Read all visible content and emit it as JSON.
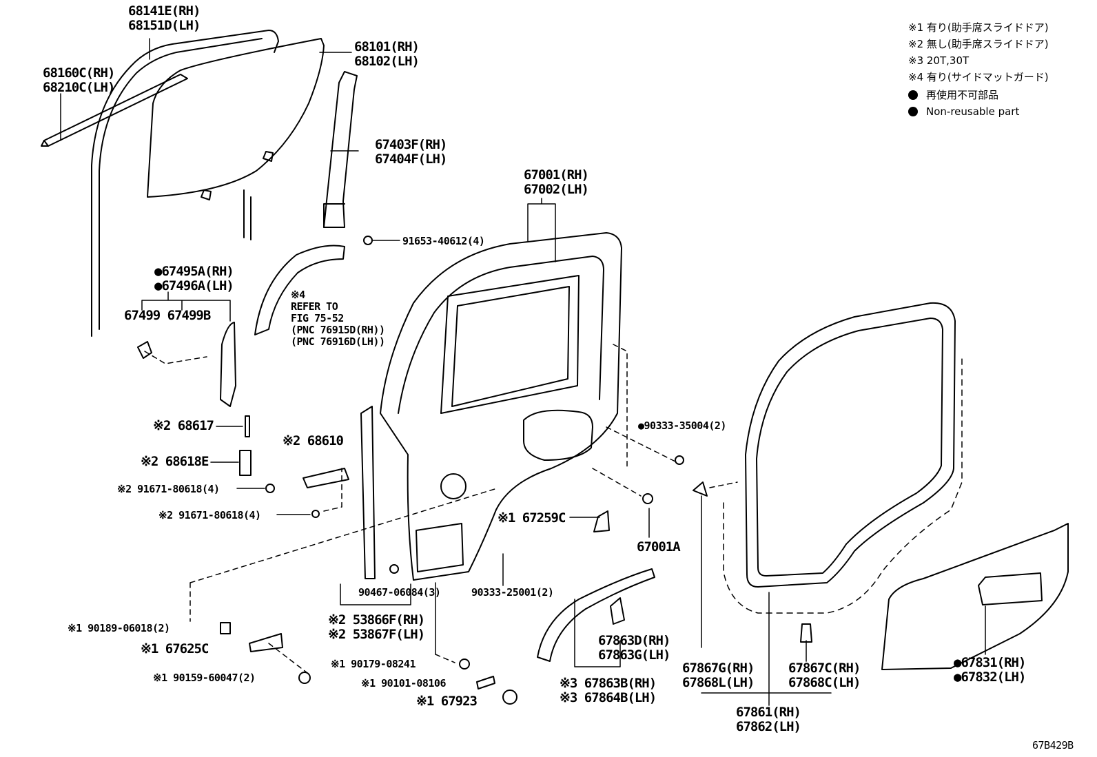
{
  "legend": {
    "notes": [
      "※1 有り(助手席スライドドア)",
      "※2 無し(助手席スライドドア)",
      "※3 20T,30T",
      "※4 有り(サイドマットガード)"
    ],
    "nonreusable_ja": "再使用不可部品",
    "nonreusable_en": "Non-reusable part"
  },
  "figure_id": "67B429B",
  "labels": {
    "p68141": "68141E(RH)\n68151D(LH)",
    "p68160": "68160C(RH)\n68210C(LH)",
    "p68101": "68101(RH)\n68102(LH)",
    "p67403": "67403F(RH)\n67404F(LH)",
    "p91653": "91653-40612(4)",
    "p67001": "67001(RH)\n67002(LH)",
    "p67495": "●67495A(RH)\n●67496A(LH)",
    "p67499": "67499 67499B",
    "refer": "※4\nREFER TO\nFIG 75-52\n(PNC 76915D(RH))\n(PNC 76916D(LH))",
    "p68617": "※2 68617",
    "p68618": "※2 68618E",
    "p68610": "※2 68610",
    "p91671a": "※2 91671-80618(4)",
    "p91671b": "※2 91671-80618(4)",
    "p90333a": "●90333-35004(2)",
    "p67259": "※1 67259C",
    "p67001a": "67001A",
    "p90467": "90467-06084(3)",
    "p90333b": "90333-25001(2)",
    "p53866": "※2 53866F(RH)\n※2 53867F(LH)",
    "p90189": "※1 90189-06018(2)",
    "p67625": "※1 67625C",
    "p90159": "※1 90159-60047(2)",
    "p90179": "※1 90179-08241",
    "p90101": "※1 90101-08106",
    "p67923": "※1 67923",
    "p67863d": "67863D(RH)\n67863G(LH)",
    "p67863b": "※3 67863B(RH)\n※3 67864B(LH)",
    "p67867g": "67867G(RH)\n67868L(LH)",
    "p67867c": "67867C(RH)\n67868C(LH)",
    "p67861": "67861(RH)\n67862(LH)",
    "p67831": "●67831(RH)\n●67832(LH)"
  }
}
